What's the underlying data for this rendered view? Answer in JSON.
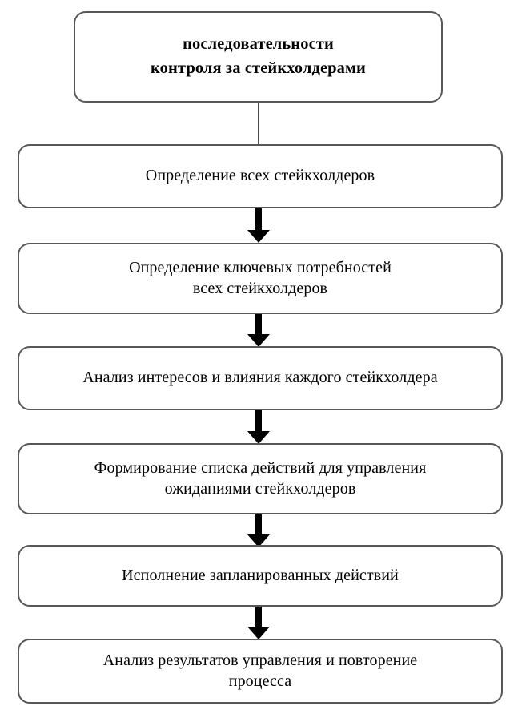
{
  "diagram": {
    "type": "flowchart",
    "orientation": "top-to-bottom",
    "language": "ru",
    "background_color": "#ffffff",
    "border_color": "#585858",
    "text_color": "#000000",
    "arrow_color": "#000000",
    "nodes": [
      {
        "id": "title",
        "label": "последовательности\nконтроля за стейкхолдерами",
        "shape": "rounded-rectangle",
        "bold": true
      },
      {
        "id": "step1",
        "label": "Определение всех стейкхолдеров",
        "shape": "rounded-rectangle",
        "bold": false
      },
      {
        "id": "step2",
        "label": "Определение ключевых потребностей\nвсех стейкхолдеров",
        "shape": "rounded-rectangle",
        "bold": false
      },
      {
        "id": "step3",
        "label": "Анализ интересов и влияния каждого стейкхолдера",
        "shape": "rounded-rectangle",
        "bold": false
      },
      {
        "id": "step4",
        "label": "Формирование списка действий для управления\nожиданиями стейкхолдеров",
        "shape": "rounded-rectangle",
        "bold": false
      },
      {
        "id": "step5",
        "label": "Исполнение запланированных действий",
        "shape": "rounded-rectangle",
        "bold": false
      },
      {
        "id": "step6",
        "label": "Анализ результатов управления и повторение\nпроцесса",
        "shape": "rounded-rectangle",
        "bold": false
      }
    ],
    "connectors": [
      {
        "id": "c1",
        "from": "title",
        "to": "step1",
        "style": "line",
        "arrowhead": false
      },
      {
        "id": "c2",
        "from": "step1",
        "to": "step2",
        "style": "block-arrow",
        "arrowhead": true
      },
      {
        "id": "c3",
        "from": "step2",
        "to": "step3",
        "style": "block-arrow",
        "arrowhead": true
      },
      {
        "id": "c4",
        "from": "step3",
        "to": "step4",
        "style": "block-arrow",
        "arrowhead": true
      },
      {
        "id": "c5",
        "from": "step4",
        "to": "step5",
        "style": "block-arrow",
        "arrowhead": true
      },
      {
        "id": "c6",
        "from": "step5",
        "to": "step6",
        "style": "block-arrow",
        "arrowhead": true
      }
    ]
  }
}
